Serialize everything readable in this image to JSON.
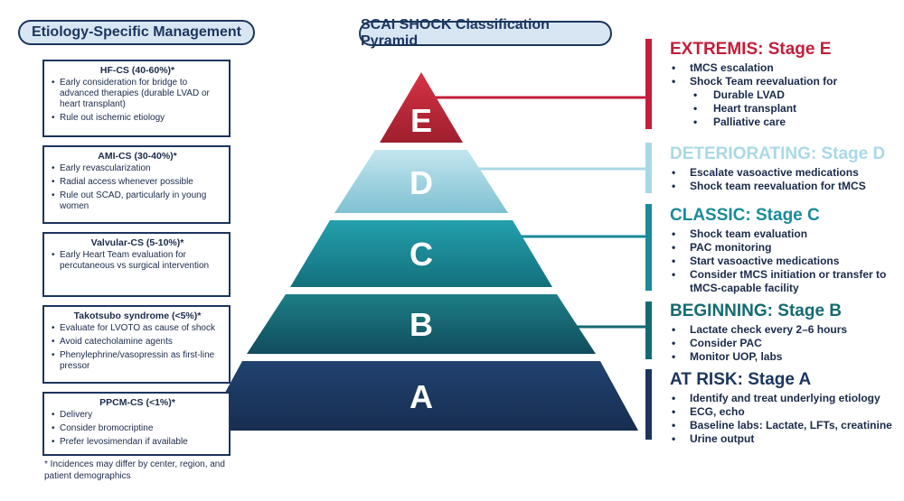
{
  "header": {
    "left_title": "Etiology-Specific Management",
    "center_title": "SCAI SHOCK Classification Pyramid"
  },
  "etiologies": [
    {
      "title": "HF-CS (40-60%)*",
      "bullets": [
        "Early consideration for bridge to advanced therapies (durable LVAD or heart transplant)",
        "Rule out ischemic etiology"
      ]
    },
    {
      "title": "AMI-CS (30-40%)*",
      "bullets": [
        "Early revascularization",
        "Radial access whenever possible",
        "Rule out SCAD, particularly in young women"
      ]
    },
    {
      "title": "Valvular-CS (5-10%)*",
      "bullets": [
        "Early Heart Team evaluation for percutaneous vs surgical intervention"
      ]
    },
    {
      "title": "Takotsubo syndrome (<5%)*",
      "bullets": [
        "Evaluate for LVOTO as cause of shock",
        "Avoid catecholamine agents",
        "Phenylephrine/vasopressin as first-line pressor"
      ]
    },
    {
      "title": "PPCM-CS (<1%)*",
      "bullets": [
        "Delivery",
        "Consider bromocriptine",
        "Prefer levosimendan if available"
      ]
    }
  ],
  "footnote": "* Incidences may differ by center, region, and patient demographics",
  "pyramid": {
    "levels": [
      {
        "letter": "E",
        "color": "#c4273a"
      },
      {
        "letter": "D",
        "color": "#a9d9e6"
      },
      {
        "letter": "C",
        "color": "#1a8a99"
      },
      {
        "letter": "B",
        "color": "#146a73"
      },
      {
        "letter": "A",
        "color": "#1b355e"
      }
    ]
  },
  "stages": [
    {
      "title": "EXTREMIS: Stage E",
      "color": "#c41e3a",
      "items": [
        {
          "text": "tMCS escalation"
        },
        {
          "text": "Shock Team reevaluation for"
        },
        {
          "text": "Durable LVAD",
          "sub": true
        },
        {
          "text": "Heart transplant",
          "sub": true
        },
        {
          "text": "Palliative care",
          "sub": true
        }
      ]
    },
    {
      "title": "DETERIORATING: Stage D",
      "color": "#a9d9e6",
      "items": [
        {
          "text": "Escalate vasoactive medications"
        },
        {
          "text": "Shock team reevaluation for tMCS"
        }
      ]
    },
    {
      "title": "CLASSIC: Stage C",
      "color": "#1a8a99",
      "items": [
        {
          "text": "Shock team evaluation"
        },
        {
          "text": "PAC monitoring"
        },
        {
          "text": "Start vasoactive medications"
        },
        {
          "text": "Consider tMCS initiation or transfer to tMCS-capable facility"
        }
      ]
    },
    {
      "title": "BEGINNING: Stage B",
      "color": "#146a73",
      "items": [
        {
          "text": "Lactate check every 2–6 hours"
        },
        {
          "text": "Consider PAC"
        },
        {
          "text": "Monitor UOP, labs"
        }
      ]
    },
    {
      "title": "AT RISK: Stage A",
      "color": "#1b355e",
      "items": [
        {
          "text": "Identify and treat underlying etiology"
        },
        {
          "text": "ECG, echo"
        },
        {
          "text": "Baseline labs: Lactate, LFTs, creatinine"
        },
        {
          "text": "Urine output"
        }
      ]
    }
  ]
}
